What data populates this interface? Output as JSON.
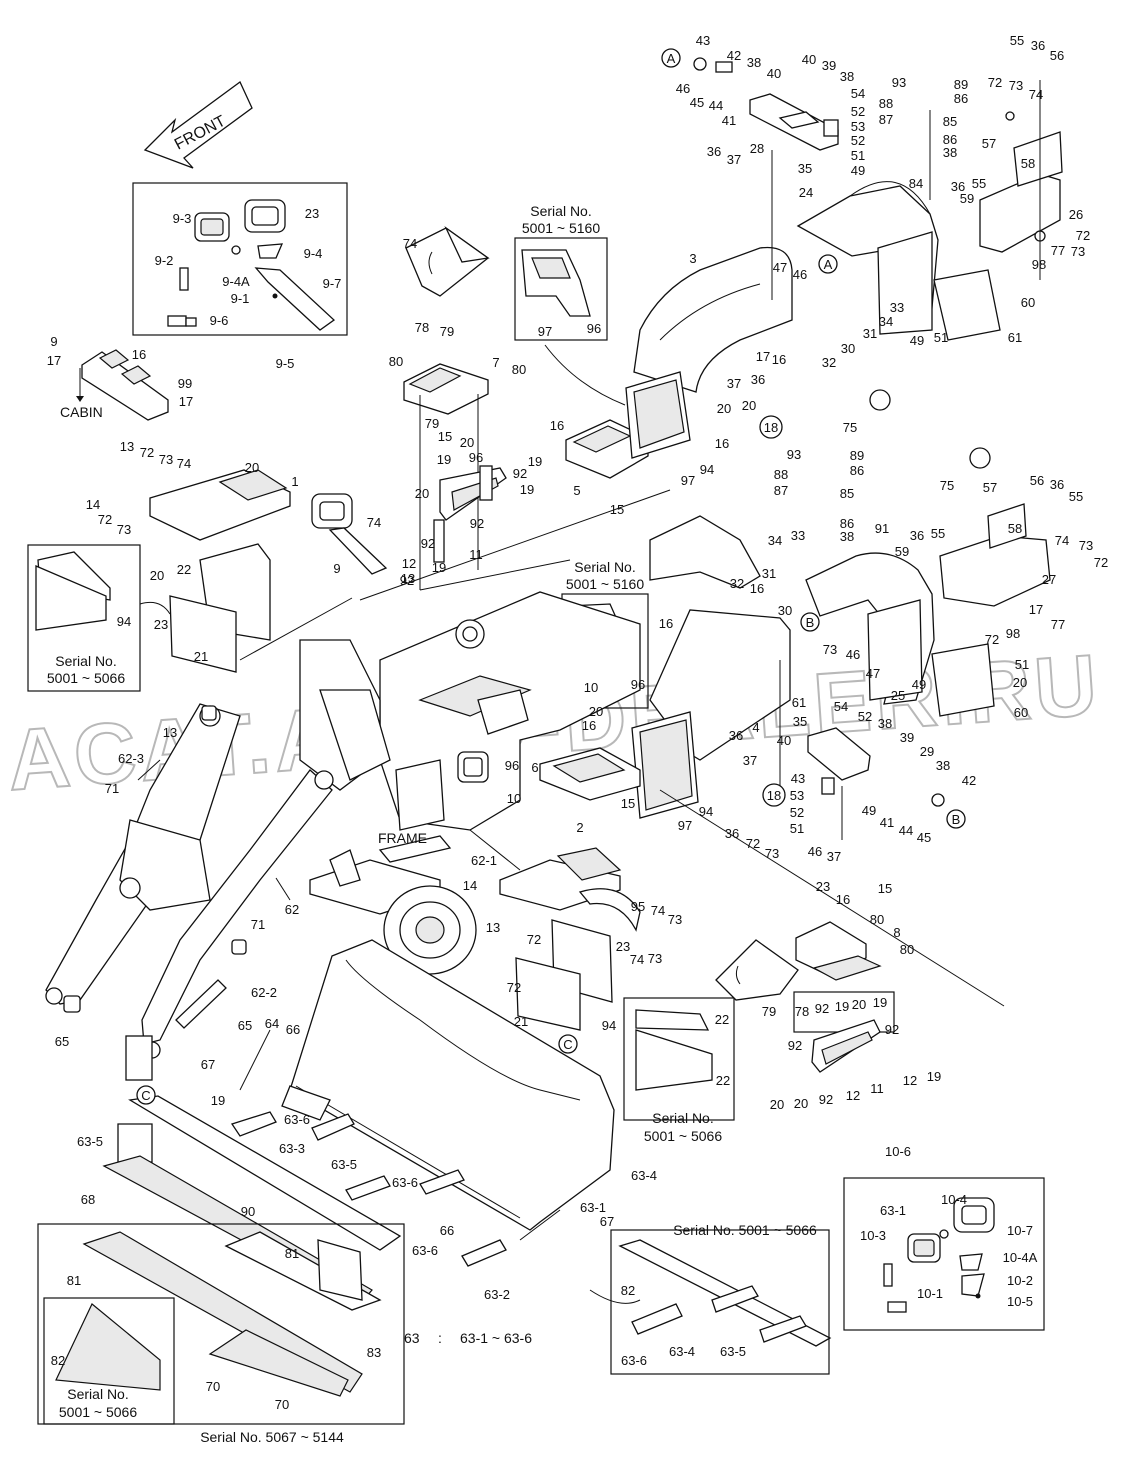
{
  "front_label": "FRONT",
  "cabin_label": "CABIN",
  "frame_label": "FRAME",
  "watermark": "ACAT.AUTO-DEALER.RU",
  "serial_notes": [
    {
      "id": "sn-5001-5160-a",
      "line1": "Serial No.",
      "line2": "5001 ~ 5160"
    },
    {
      "id": "sn-5001-5160-b",
      "line1": "Serial No.",
      "line2": "5001 ~ 5160"
    },
    {
      "id": "sn-5001-5066-a",
      "line1": "Serial No.",
      "line2": "5001 ~ 5066"
    },
    {
      "id": "sn-5001-5066-b",
      "line1": "Serial No.",
      "line2": "5001 ~ 5066"
    },
    {
      "id": "sn-5001-5066-c",
      "line1": "Serial No.",
      "line2": "5001 ~ 5066"
    },
    {
      "id": "sn-5001-5066-teeth",
      "line1": "Serial No. 5001 ~ 5066",
      "line2": ""
    },
    {
      "id": "sn-5067-5144",
      "line1": "Serial No. 5067 ~ 5144",
      "line2": ""
    }
  ],
  "formula": {
    "lhs": "63",
    "sep": ":",
    "rhs": "63-1  ~  63-6"
  },
  "callouts": {
    "A": "A",
    "B": "B",
    "C": "C",
    "n18": "18"
  },
  "part_labels": [
    "43",
    "42",
    "38",
    "40",
    "40",
    "39",
    "38",
    "46",
    "45",
    "44",
    "41",
    "54",
    "52",
    "53",
    "52",
    "51",
    "49",
    "36",
    "37",
    "28",
    "35",
    "55",
    "36",
    "56",
    "72",
    "73",
    "74",
    "93",
    "89",
    "86",
    "88",
    "87",
    "85",
    "86",
    "38",
    "57",
    "58",
    "24",
    "84",
    "36",
    "55",
    "59",
    "26",
    "72",
    "77",
    "73",
    "98",
    "47",
    "46",
    "3",
    "33",
    "34",
    "31",
    "30",
    "32",
    "20",
    "60",
    "49",
    "51",
    "61",
    "17",
    "16",
    "37",
    "36",
    "20",
    "75",
    "75",
    "93",
    "89",
    "86",
    "88",
    "87",
    "85",
    "86",
    "38",
    "57",
    "56",
    "36",
    "55",
    "58",
    "91",
    "36",
    "55",
    "59",
    "74",
    "73",
    "72",
    "27",
    "34",
    "33",
    "31",
    "30",
    "32",
    "16",
    "17",
    "72",
    "98",
    "77",
    "73",
    "46",
    "47",
    "25",
    "49",
    "51",
    "20",
    "60",
    "61",
    "54",
    "35",
    "52",
    "38",
    "39",
    "40",
    "29",
    "38",
    "42",
    "43",
    "53",
    "52",
    "51",
    "49",
    "41",
    "44",
    "45",
    "46",
    "37",
    "36",
    "72",
    "73",
    "74",
    "78",
    "79",
    "80",
    "7",
    "80",
    "79",
    "15",
    "16",
    "5",
    "15",
    "16",
    "94",
    "97",
    "96",
    "19",
    "20",
    "92",
    "19",
    "20",
    "19",
    "92",
    "11",
    "12",
    "19",
    "92",
    "92",
    "20",
    "1",
    "13",
    "72",
    "73",
    "74",
    "14",
    "72",
    "73",
    "74",
    "9",
    "13",
    "20",
    "22",
    "23",
    "21",
    "94",
    "23",
    "9-3",
    "9-4",
    "9-2",
    "9-4A",
    "9-7",
    "9-1",
    "9-6",
    "9-5",
    "9",
    "17",
    "16",
    "99",
    "17",
    "16",
    "4",
    "36",
    "37",
    "20",
    "16",
    "15",
    "6",
    "94",
    "97",
    "96",
    "10",
    "13",
    "62-3",
    "71",
    "62",
    "71",
    "62-2",
    "65",
    "64",
    "66",
    "67",
    "65",
    "62-1",
    "2",
    "13",
    "14",
    "95",
    "74",
    "73",
    "72",
    "23",
    "74",
    "73",
    "72",
    "21",
    "94",
    "22",
    "22",
    "23",
    "16",
    "15",
    "80",
    "8",
    "80",
    "79",
    "78",
    "92",
    "19",
    "20",
    "19",
    "92",
    "92",
    "92",
    "12",
    "11",
    "12",
    "19",
    "20",
    "20",
    "19",
    "63-6",
    "63-3",
    "63-5",
    "63-6",
    "63-4",
    "63-1",
    "67",
    "66",
    "63-6",
    "63-2",
    "63-5",
    "90",
    "68",
    "81",
    "81",
    "83",
    "82",
    "70",
    "70",
    "82",
    "63-6",
    "63-4",
    "63-5",
    "63-1",
    "10-4",
    "10-7",
    "10-3",
    "10-4A",
    "10-2",
    "10-1",
    "10-5",
    "10-6",
    "10",
    "96",
    "97",
    "96",
    "97"
  ]
}
